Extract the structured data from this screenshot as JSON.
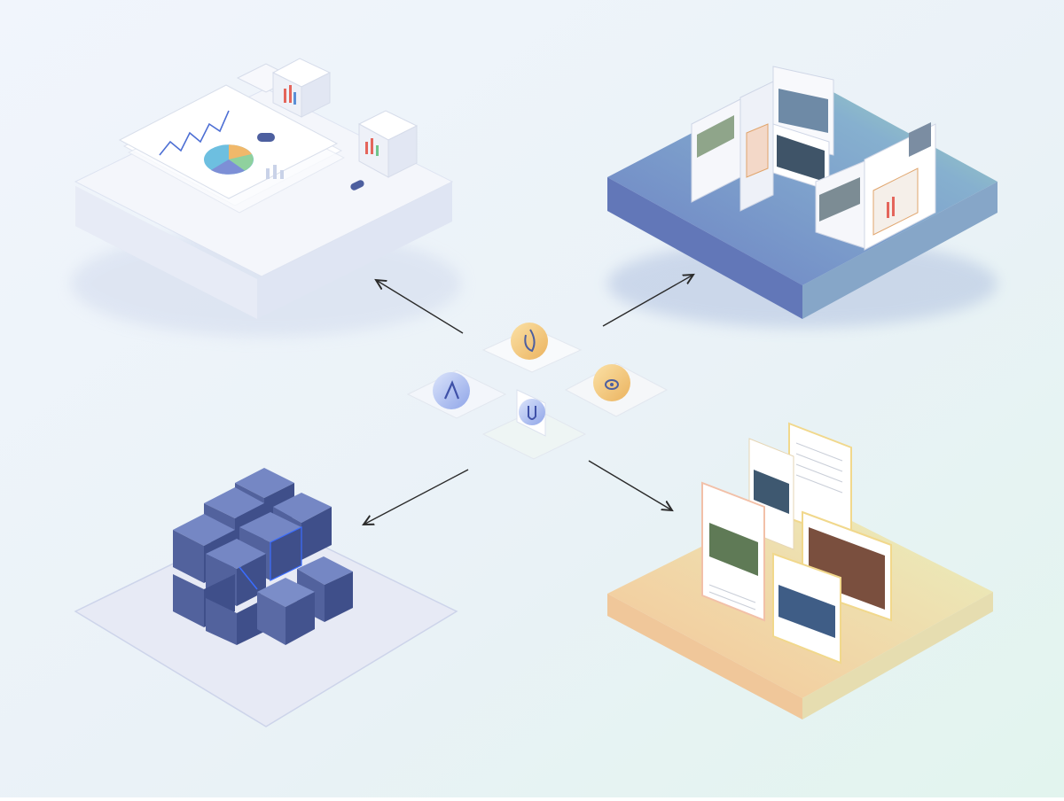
{
  "diagram": {
    "center_hub": {
      "icons": [
        "leaf-icon",
        "triangle-icon",
        "eye-icon",
        "droplet-icon"
      ]
    },
    "platforms": [
      {
        "position": "top-left",
        "content": "dashboard-panels-icon",
        "style_color": "#e6eaf5"
      },
      {
        "position": "top-right",
        "content": "media-cards-icon",
        "style_color": "#6f86c9"
      },
      {
        "position": "bottom-left",
        "content": "cube-cluster-icon",
        "style_color": "#e8ebf6"
      },
      {
        "position": "bottom-right",
        "content": "document-stack-icon",
        "style_color": "#f4c892"
      }
    ],
    "arrow_count": 4
  },
  "colors": {
    "background_top": "#eef3fb",
    "background_bottom": "#e3f3ef",
    "accent_blue": "#4d5f9f",
    "accent_gold": "#f1c36f",
    "arrow": "#2a2a2a"
  }
}
